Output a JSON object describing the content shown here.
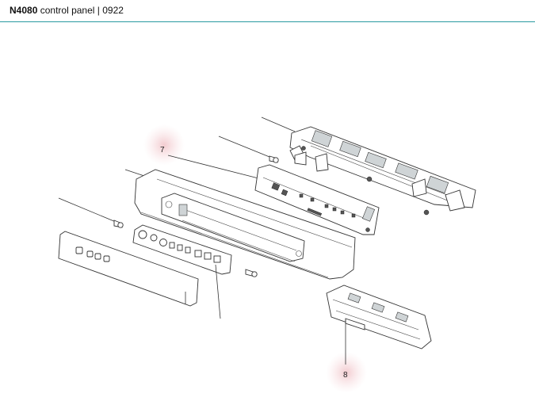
{
  "header": {
    "model": "N4080",
    "subtitle": "control panel | 0922",
    "rule_color": "#2a9aa0"
  },
  "callouts": [
    {
      "label": "7"
    },
    {
      "label": "8"
    }
  ]
}
